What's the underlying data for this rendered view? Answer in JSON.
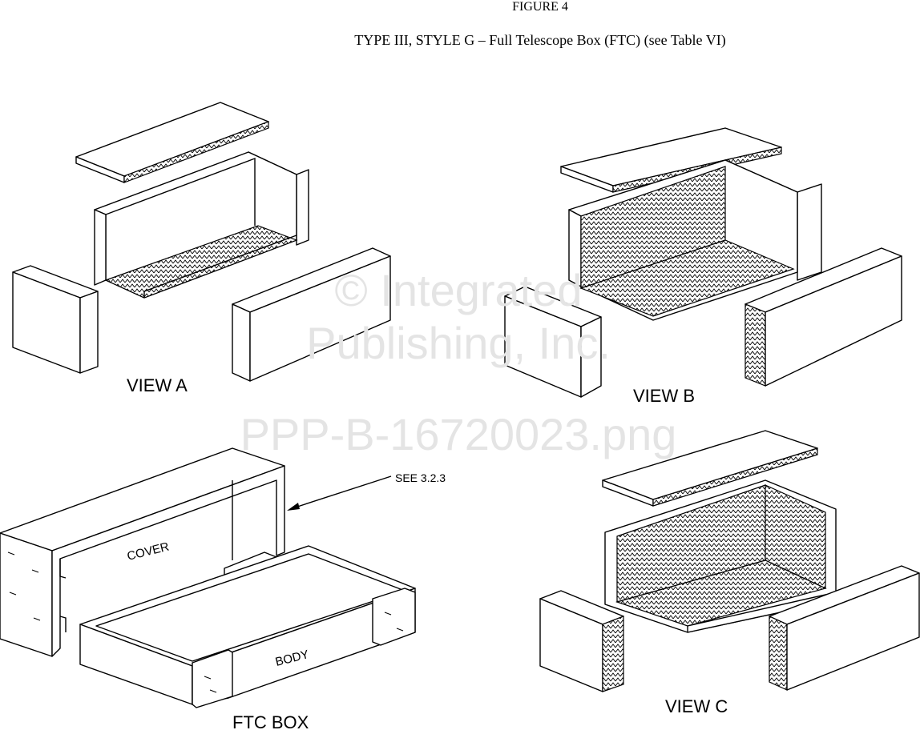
{
  "figure": {
    "number": "FIGURE 4",
    "caption": "TYPE III, STYLE G – Full Telescope Box (FTC) (see Table VI)"
  },
  "views": [
    {
      "label": "VIEW A"
    },
    {
      "label": "VIEW B"
    },
    {
      "label": "FTC BOX",
      "parts": {
        "cover": "COVER",
        "body": "BODY"
      },
      "callout": "SEE 3.2.3"
    },
    {
      "label": "VIEW C"
    }
  ],
  "watermark": {
    "line1": "© Integrated",
    "line2": "Publishing, Inc.",
    "line3": "PPP-B-16720023.png"
  }
}
